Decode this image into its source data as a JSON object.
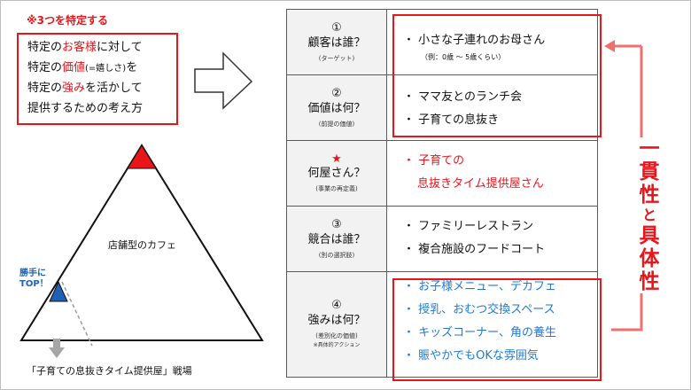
{
  "note_title": "※3つを特定する",
  "definition": {
    "line1_pre": "特定の",
    "line1_red": "お客様",
    "line1_post": "に対して",
    "line2_pre": "特定の",
    "line2_red": "価値",
    "line2_small": "(=嬉しさ)",
    "line2_post": "を",
    "line3_pre": "特定の",
    "line3_red": "強み",
    "line3_post": "を活かして",
    "line4": "提供するための考え方"
  },
  "triangle": {
    "label": "店舗型のカフェ",
    "katte": "勝手に",
    "top": "TOP！",
    "battlefield": "「子育ての息抜きタイム提供屋」戦場"
  },
  "rows": [
    {
      "num": "①",
      "question": "顧客は誰？",
      "sub": "(ターゲット)",
      "answers": [
        "・ 小さな子連れのお母さん"
      ],
      "note": "（例：0歳 ～ 5歳くらい）"
    },
    {
      "num": "②",
      "question": "価値は何？",
      "sub": "(前提の価値)",
      "answers": [
        "・ ママ友とのランチ会",
        "・ 子育ての息抜き"
      ]
    },
    {
      "num": "★",
      "question": "何屋さん？",
      "sub": "(事業の再定義)",
      "answers": [
        "・ 子育ての",
        "息抜きタイム提供屋さん"
      ]
    },
    {
      "num": "③",
      "question": "競合は誰？",
      "sub": "(別の選択肢)",
      "answers": [
        "・ ファミリーレストラン",
        "・ 複合施設のフードコート"
      ]
    },
    {
      "num": "④",
      "question": "強みは何？",
      "sub": "(差別化の価値)",
      "sub2": "※具体的アクション",
      "answers": [
        "・ お子様メニュー、デカフェ",
        "・ 授乳、おむつ交換スペース",
        "・ キッズコーナー、角の養生",
        "・ 賑やかでもOKな雰囲気"
      ]
    }
  ],
  "side_label": {
    "a": "一",
    "b": "貫",
    "c": "性",
    "d": "と",
    "e": "具",
    "f": "体",
    "g": "性"
  },
  "colors": {
    "accent_red": "#e8161b",
    "blue": "#1f7ad6",
    "header_gray": "#f2f2f2"
  }
}
